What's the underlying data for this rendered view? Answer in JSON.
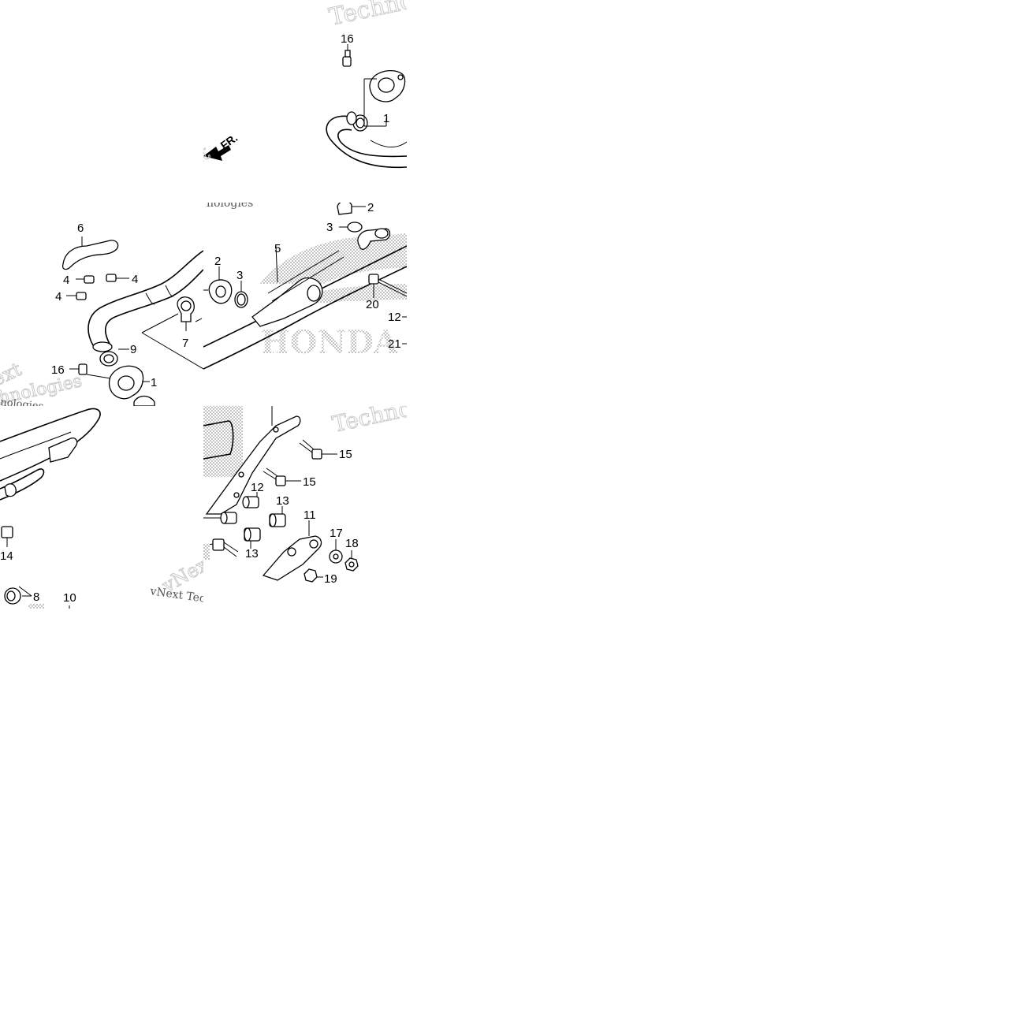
{
  "diagram": {
    "watermarks": {
      "technologies": "Technologies",
      "vnext": "vNext",
      "vnext_tech": "vNext Technologies",
      "ext": "ext",
      "nologies": "nologies",
      "hnologies": "hnologies",
      "honda": "HONDA"
    },
    "direction_label": "FR.",
    "callouts": {
      "c1a": "1",
      "c1b": "1",
      "c2a": "2",
      "c2b": "2",
      "c3a": "3",
      "c3b": "3",
      "c4a": "4",
      "c4b": "4",
      "c4c": "4",
      "c5": "5",
      "c6": "6",
      "c7": "7",
      "c8": "8",
      "c9": "9",
      "c10": "10",
      "c11": "11",
      "c12a": "12",
      "c12b": "12",
      "c13a": "13",
      "c13b": "13",
      "c14": "14",
      "c15a": "15",
      "c15b": "15",
      "c16a": "16",
      "c16b": "16",
      "c17": "17",
      "c18": "18",
      "c19": "19",
      "c20": "20",
      "c21": "21"
    }
  }
}
